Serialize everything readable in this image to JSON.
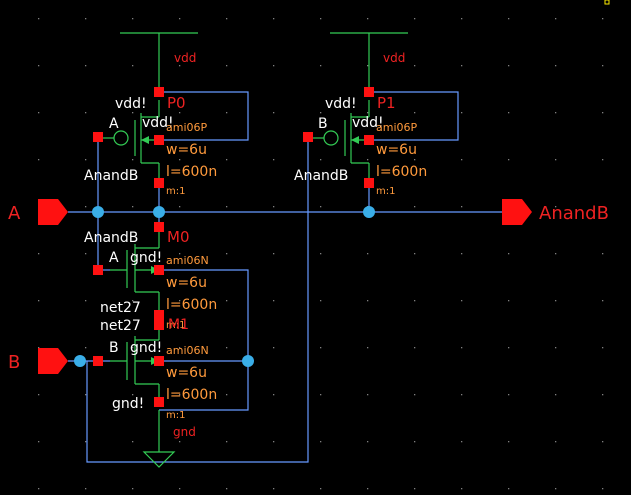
{
  "colors": {
    "background": "#000000",
    "wire": "#6699ff",
    "device": "#33cc55",
    "pin": "#ff1111",
    "label": "#ee2222",
    "param": "#ff9a3c",
    "net": "#ffffff",
    "dot": "#3aaee8",
    "grid": "#808080",
    "marker": "#ffee00"
  },
  "supplies": {
    "vdd_left": "vdd",
    "vdd_right": "vdd",
    "gnd": "gnd"
  },
  "devices": {
    "p0": {
      "name": "P0",
      "model": "ami06P",
      "width": "w=6u",
      "length": "l=600n",
      "mult": "m:1",
      "bulk": "vdd!",
      "source": "vdd!",
      "gate": "A",
      "drain": "AnandB"
    },
    "p1": {
      "name": "P1",
      "model": "ami06P",
      "width": "w=6u",
      "length": "l=600n",
      "mult": "m:1",
      "bulk": "vdd!",
      "source": "vdd!",
      "gate": "B",
      "drain": "AnandB"
    },
    "m0": {
      "name": "M0",
      "model": "ami06N",
      "width": "w=6u",
      "length": "l=600n",
      "mult": "m:1",
      "drain": "AnandB",
      "gate": "A",
      "bulk": "gnd!",
      "source": "net27"
    },
    "m1": {
      "name": "M1",
      "model": "ami06N",
      "width": "w=6u",
      "length": "l=600n",
      "mult": "m:1",
      "drain": "net27",
      "gate": "B",
      "bulk": "gnd!",
      "source": "gnd!"
    }
  },
  "pins": {
    "in_a": "A",
    "in_b": "B",
    "out": "AnandB"
  }
}
